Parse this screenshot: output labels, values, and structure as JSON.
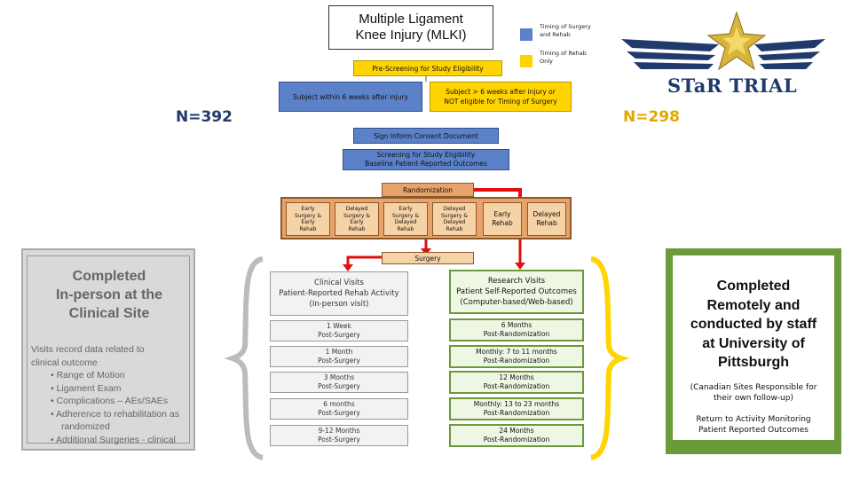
{
  "title": {
    "line1": "Multiple Ligament",
    "line2": "Knee Injury (MLKI)"
  },
  "legend": {
    "surgery_rehab": {
      "line1": "Timing of Surgery",
      "line2": "and Rehab",
      "color": "#5b82c9"
    },
    "rehab_only": {
      "line1": "Timing of Rehab",
      "line2": "Only",
      "color": "#ffd400"
    }
  },
  "logo": {
    "text": "STaR TRIAL"
  },
  "prescreen": "Pre-Screening for Study Eligibility",
  "subject_within": "Subject within 6 weeks after injury",
  "subject_after": {
    "line1": "Subject > 6 weeks after injury or",
    "line2": "NOT eligible for Timing of Surgery"
  },
  "n_left": "N=392",
  "n_right": "N=298",
  "consent": "Sign Inform Consent Document",
  "screening": {
    "line1": "Screening for Study Eligibility",
    "line2": "Baseline Patient-Reported Outcomes"
  },
  "randomization": "Randomization",
  "groups": [
    {
      "l1": "Early",
      "l2": "Surgery &",
      "l3": "Early",
      "l4": "Rehab"
    },
    {
      "l1": "Delayed",
      "l2": "Surgery &",
      "l3": "Early",
      "l4": "Rehab"
    },
    {
      "l1": "Early",
      "l2": "Surgery &",
      "l3": "Delayed",
      "l4": "Rehab"
    },
    {
      "l1": "Delayed",
      "l2": "Surgery &",
      "l3": "Delayed",
      "l4": "Rehab"
    }
  ],
  "rehab_groups": [
    {
      "l1": "Early",
      "l2": "Rehab"
    },
    {
      "l1": "Delayed",
      "l2": "Rehab"
    }
  ],
  "surgery": "Surgery",
  "left_panel": {
    "title_lines": [
      "Completed",
      "In-person at the",
      "Clinical Site"
    ],
    "intro_lines": [
      "Visits record data related to",
      "clinical outcome"
    ],
    "bullets": [
      "Range of Motion",
      "Ligament Exam",
      "Complications – AEs/SAEs",
      "Adherence to rehabilitation as randomized",
      "Additional Surgeries - clinical"
    ]
  },
  "clinical": {
    "header": {
      "line1": "Clinical Visits",
      "line2": "Patient-Reported Rehab Activity",
      "line3": "(In-person visit)"
    },
    "visits": [
      {
        "line1": "1 Week",
        "line2": "Post-Surgery"
      },
      {
        "line1": "1 Month",
        "line2": "Post-Surgery"
      },
      {
        "line1": "3 Months",
        "line2": "Post-Surgery"
      },
      {
        "line1": "6 months",
        "line2": "Post-Surgery"
      },
      {
        "line1": "9-12 Months",
        "line2": "Post-Surgery"
      }
    ]
  },
  "research": {
    "header": {
      "line1": "Research Visits",
      "line2": "Patient Self-Reported Outcomes",
      "line3": "(Computer-based/Web-based)"
    },
    "visits": [
      {
        "line1": "6 Months",
        "line2": "Post-Randomization"
      },
      {
        "line1": "Monthly: 7 to 11 months",
        "line2": "Post-Randomization"
      },
      {
        "line1": "12 Months",
        "line2": "Post-Randomization"
      },
      {
        "line1": "Monthly: 13 to 23 months",
        "line2": "Post-Randomization"
      },
      {
        "line1": "24 Months",
        "line2": "Post-Randomization"
      }
    ]
  },
  "right_panel": {
    "title_lines": [
      "Completed",
      "Remotely and",
      "conducted by staff",
      "at University of",
      "Pittsburgh"
    ],
    "note1": {
      "line1": "(Canadian Sites Responsible for",
      "line2": "their own follow-up)"
    },
    "note2": {
      "line1": "Return to Activity Monitoring",
      "line2": "Patient Reported Outcomes"
    }
  }
}
